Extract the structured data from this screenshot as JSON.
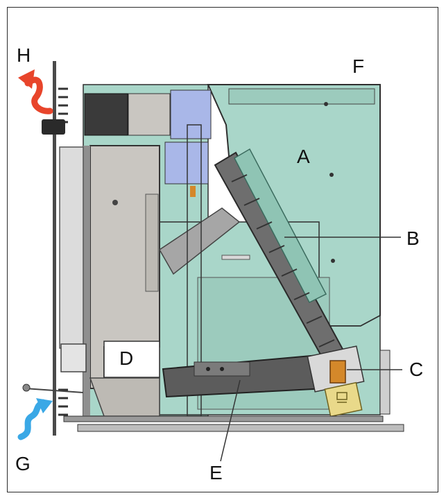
{
  "labels": {
    "A": "A",
    "B": "B",
    "C": "C",
    "D": "D",
    "E": "E",
    "F": "F",
    "G": "G",
    "H": "H"
  },
  "colors": {
    "hopper": "#a9d6c9",
    "hopper_dark": "#8fc4b4",
    "chamber_gray": "#c9c6c1",
    "steel": "#6e6e6e",
    "steel_dark": "#3b3b3b",
    "blue_part": "#a9b7e8",
    "motor_orange": "#d4882a",
    "motor_yellow": "#e9d98a",
    "hot_air": "#e8452b",
    "cold_air": "#3aa8e6",
    "label": "#111111"
  },
  "icons": {
    "hot_air_arrow": "wavy-arrow-up-left",
    "cold_air_arrow": "wavy-arrow-up-right"
  }
}
